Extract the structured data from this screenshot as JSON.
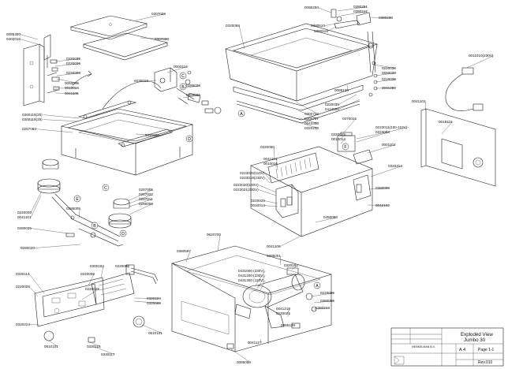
{
  "part_labels": [
    {
      "id": "p1",
      "text": "0307028"
    },
    {
      "id": "p2",
      "text": "0307030"
    },
    {
      "id": "p3",
      "text": "0085300"
    },
    {
      "id": "p4",
      "text": "0402016"
    },
    {
      "id": "p5",
      "text": "0220035"
    },
    {
      "id": "p6",
      "text": "0220025"
    },
    {
      "id": "p7",
      "text": "0220009"
    },
    {
      "id": "p8",
      "text": "0060045"
    },
    {
      "id": "p9",
      "text": "0010014"
    },
    {
      "id": "p10",
      "text": "0041108"
    },
    {
      "id": "p11",
      "text": "0030016"
    },
    {
      "id": "p12",
      "text": "0003110"
    },
    {
      "id": "p13",
      "text": "0286028"
    },
    {
      "id": "p14",
      "text": "0286036"
    },
    {
      "id": "p15",
      "text": "0300118(25)"
    },
    {
      "id": "p16",
      "text": "0300118(25)"
    },
    {
      "id": "p17",
      "text": "0257060"
    },
    {
      "id": "p18",
      "text": "0421020"
    },
    {
      "id": "p19",
      "text": "0220009"
    },
    {
      "id": "p20",
      "text": "0041101"
    },
    {
      "id": "p21",
      "text": "0280035"
    },
    {
      "id": "p22",
      "text": "0280020"
    },
    {
      "id": "p23",
      "text": "0286005"
    },
    {
      "id": "p24",
      "text": "0287005"
    },
    {
      "id": "p25",
      "text": "0287032"
    },
    {
      "id": "p26",
      "text": "0287011"
    },
    {
      "id": "p27",
      "text": "0286008"
    },
    {
      "id": "p28",
      "text": "0085250"
    },
    {
      "id": "p29",
      "text": "0380251"
    },
    {
      "id": "p30",
      "text": "0380212"
    },
    {
      "id": "p31",
      "text": "0380230"
    },
    {
      "id": "p32",
      "text": "0320068"
    },
    {
      "id": "p33",
      "text": "0380510"
    },
    {
      "id": "p34",
      "text": "0380516"
    },
    {
      "id": "p35",
      "text": "0220036"
    },
    {
      "id": "p36",
      "text": "0650030"
    },
    {
      "id": "p37",
      "text": "0220035"
    },
    {
      "id": "p38",
      "text": "0041250"
    },
    {
      "id": "p39",
      "text": "0085120"
    },
    {
      "id": "p40",
      "text": "0220035"
    },
    {
      "id": "p41",
      "text": "0414000"
    },
    {
      "id": "p42",
      "text": "0300744"
    },
    {
      "id": "p43",
      "text": "0300707"
    },
    {
      "id": "p44",
      "text": "0642300"
    },
    {
      "id": "p45",
      "text": "0320200"
    },
    {
      "id": "p46",
      "text": "0220060"
    },
    {
      "id": "p47",
      "text": "0370016"
    },
    {
      "id": "p48",
      "text": "0220025"
    },
    {
      "id": "p49",
      "text": "0010014"
    },
    {
      "id": "p50",
      "text": "0223011(100-110V)"
    },
    {
      "id": "p51",
      "text": "0223004"
    },
    {
      "id": "p52",
      "text": "0001102"
    },
    {
      "id": "p53",
      "text": "0041102"
    },
    {
      "id": "p54",
      "text": "0011010(230V)"
    },
    {
      "id": "p55",
      "text": "0018115"
    },
    {
      "id": "p56",
      "text": "0041101"
    },
    {
      "id": "p57",
      "text": "0010016"
    },
    {
      "id": "p58",
      "text": "0223025(110V)"
    },
    {
      "id": "p59",
      "text": "0223018(230V)"
    },
    {
      "id": "p60",
      "text": "0223020(100V)"
    },
    {
      "id": "p61",
      "text": "0223021(230V)"
    },
    {
      "id": "p62",
      "text": "0220025"
    },
    {
      "id": "p63",
      "text": "0010014"
    },
    {
      "id": "p64",
      "text": "0380098"
    },
    {
      "id": "p65",
      "text": "0042102"
    },
    {
      "id": "p66",
      "text": "0320314"
    },
    {
      "id": "p67",
      "text": "0450050"
    },
    {
      "id": "p68",
      "text": "0041108"
    },
    {
      "id": "p69",
      "text": "0085001"
    },
    {
      "id": "p70",
      "text": "0620700"
    },
    {
      "id": "p71",
      "text": "0380597"
    },
    {
      "id": "p72",
      "text": "0320162"
    },
    {
      "id": "p73",
      "text": "0431000 (230V)"
    },
    {
      "id": "p74",
      "text": "0431200 (230V)"
    },
    {
      "id": "p75",
      "text": "0431300 (110V)"
    },
    {
      "id": "p76",
      "text": "0220006"
    },
    {
      "id": "p77",
      "text": "0380065"
    },
    {
      "id": "p78",
      "text": "0041218"
    },
    {
      "id": "p79",
      "text": "0220025"
    },
    {
      "id": "p80",
      "text": "0380213"
    },
    {
      "id": "p81",
      "text": "0085120"
    },
    {
      "id": "p82",
      "text": "0041127"
    },
    {
      "id": "p83",
      "text": "0085050"
    },
    {
      "id": "p84",
      "text": "0330114"
    },
    {
      "id": "p85",
      "text": "0220008"
    },
    {
      "id": "p86",
      "text": "0220005"
    },
    {
      "id": "p87",
      "text": "0300192"
    },
    {
      "id": "p88",
      "text": "0220008"
    },
    {
      "id": "p89",
      "text": "0320224"
    },
    {
      "id": "p90",
      "text": "0320008"
    },
    {
      "id": "p91",
      "text": "0220025"
    },
    {
      "id": "p92",
      "text": "0320224"
    },
    {
      "id": "p93",
      "text": "0610101"
    },
    {
      "id": "p94",
      "text": "0610101"
    },
    {
      "id": "p95",
      "text": "0330115"
    },
    {
      "id": "p96",
      "text": "0330117"
    }
  ],
  "callouts": [
    "A",
    "A",
    "B",
    "B",
    "C",
    "C",
    "D",
    "D",
    "E",
    "F"
  ],
  "title_block": {
    "title_line1": "Exploded View",
    "title_line2": "Jumbo 30",
    "company": "HENKELMAN B.V.",
    "size": "A 4",
    "page": "Page 1-1",
    "rev": "Rev.010"
  }
}
